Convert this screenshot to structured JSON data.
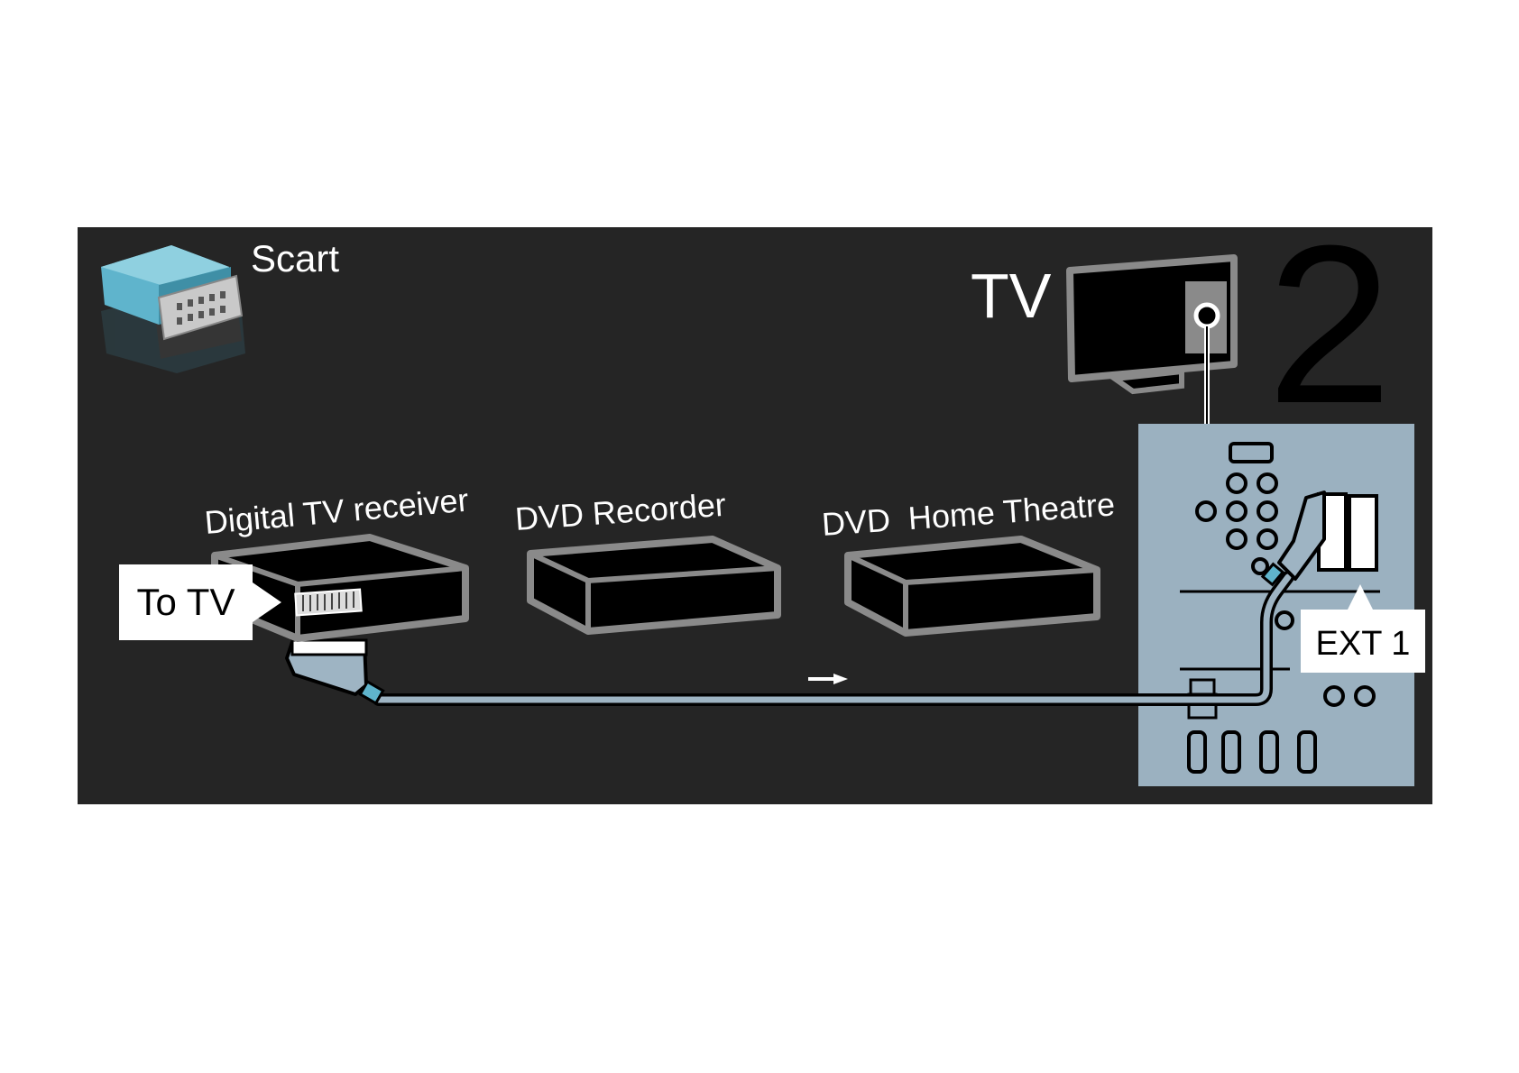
{
  "connector": {
    "label": "Scart",
    "icon": "scart-plug-icon"
  },
  "step_number": "2",
  "tv": {
    "label": "TV"
  },
  "devices": [
    {
      "label": "Digital TV receiver"
    },
    {
      "label": "DVD Recorder"
    },
    {
      "label": "DVD  Home Theatre"
    }
  ],
  "callouts": {
    "to_tv": "To TV",
    "ext1": "EXT 1"
  },
  "colors": {
    "panel_bg": "#252525",
    "device_fill": "#000000",
    "device_outline": "#8a8a8a",
    "tv_panel": "#9bb1c0",
    "cable": "#9eb4c3",
    "scart_blue": "#5fb4cc",
    "label_text": "#ffffff",
    "step_number": "#000000"
  }
}
